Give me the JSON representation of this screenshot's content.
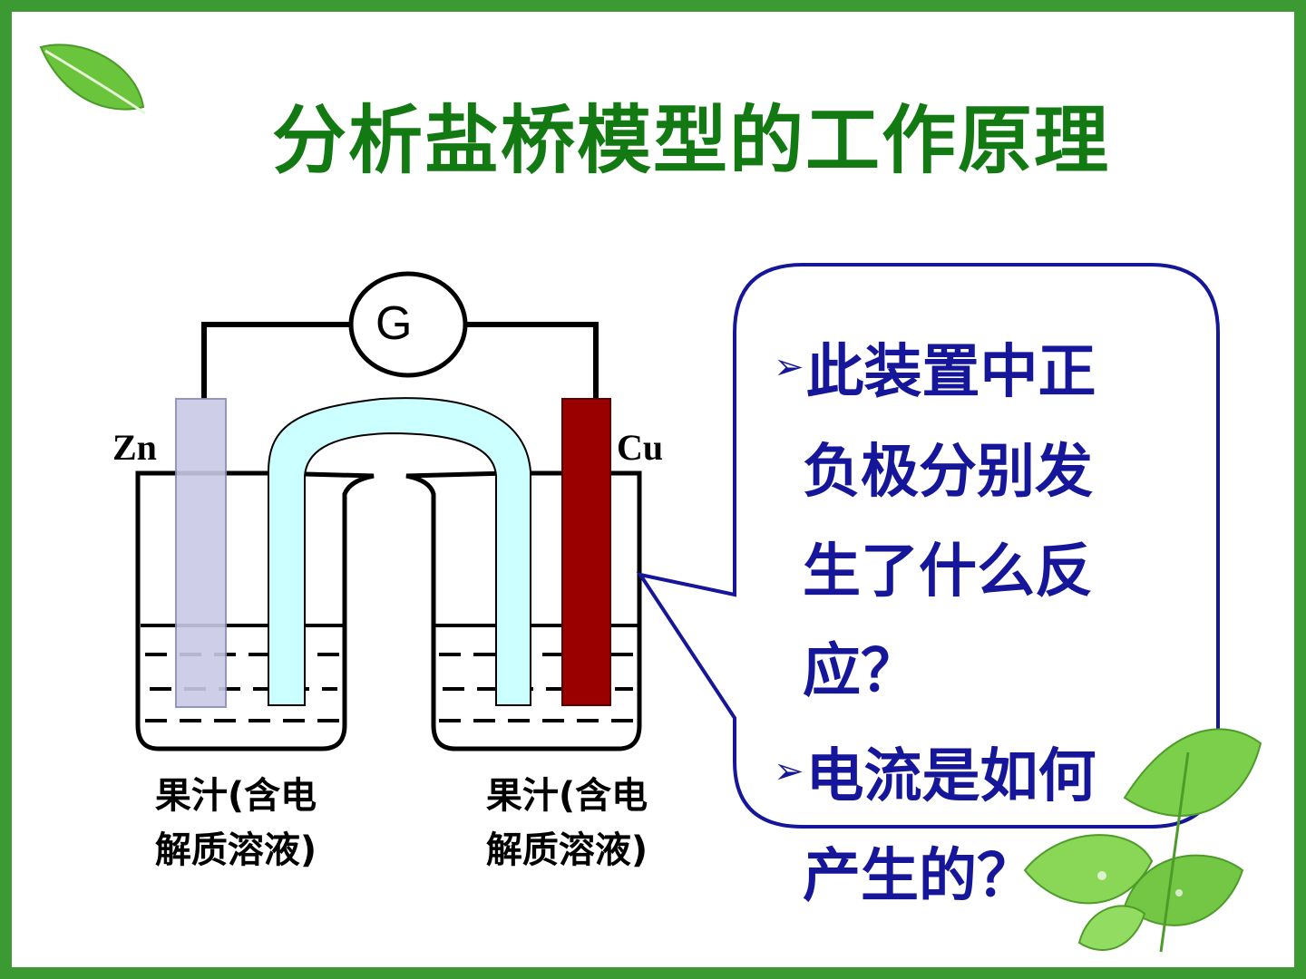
{
  "title": "分析盐桥模型的工作原理",
  "meter_label": "G",
  "left_electrode": "Zn",
  "right_electrode": "Cu",
  "left_caption": [
    "果汁(含电",
    "解质溶液)"
  ],
  "right_caption": [
    "果汁(含电",
    "解质溶液)"
  ],
  "questions": [
    {
      "lines": [
        "此装置中正",
        "负极分别发",
        "生了什么反",
        "应？"
      ]
    },
    {
      "lines": [
        "电流是如何",
        "产生的？"
      ]
    }
  ],
  "colors": {
    "frame": "#3c9a32",
    "title": "#137a13",
    "bubble_border": "#16169a",
    "zn_electrode": "#c9c9e6",
    "cu_electrode": "#9b0000",
    "salt_bridge": "#ccffff"
  },
  "icons": [
    "leaf-icon",
    "leaves-cluster-icon"
  ]
}
